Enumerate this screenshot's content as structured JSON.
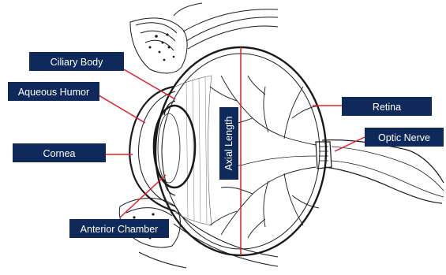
{
  "colors": {
    "label_bg": "#0f2a5a",
    "label_text": "#ffffff",
    "leader_line": "#e0202a",
    "outline": "#1a1a1a"
  },
  "labels": {
    "ciliary_body": "Ciliary Body",
    "aqueous_humor": "Aqueous Humor",
    "cornea": "Cornea",
    "anterior_chamber": "Anterior Chamber",
    "retina": "Retina",
    "optic_nerve": "Optic Nerve",
    "axial_length": "Axial Length"
  }
}
